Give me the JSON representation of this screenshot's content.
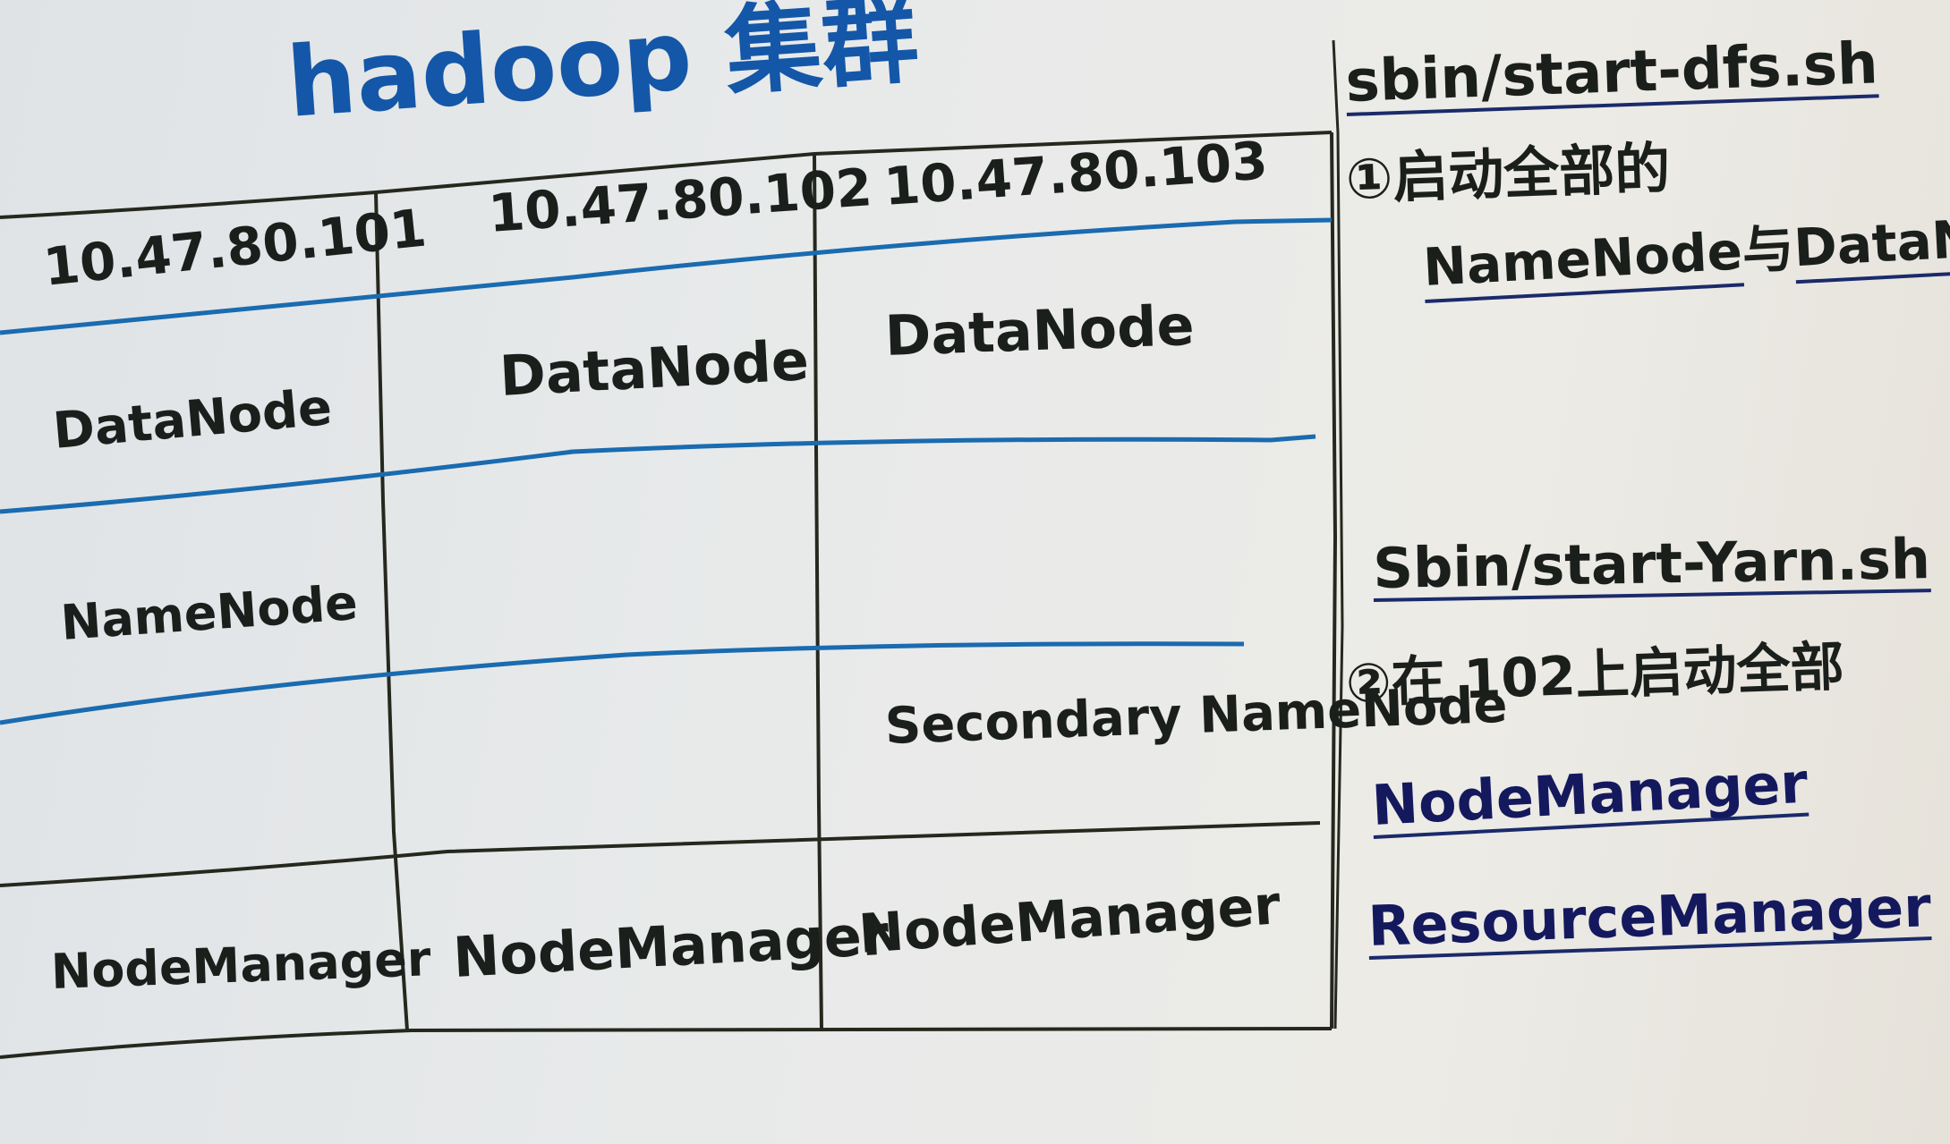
{
  "title": "hadoop 集群",
  "table": {
    "columns": [
      {
        "ip": "10.47.80.101",
        "rows": [
          "DataNode",
          "NameNode",
          "",
          "NodeManager"
        ]
      },
      {
        "ip": "10.47.80.102",
        "rows": [
          "DataNode",
          "",
          "",
          "NodeManager"
        ]
      },
      {
        "ip": "10.47.80.103",
        "rows": [
          "DataNode",
          "",
          "Secondary NameNode",
          "NodeManager"
        ]
      }
    ]
  },
  "notes": {
    "dfs": {
      "command": "sbin/start-dfs.sh",
      "line1": "①启动全部的",
      "line2_a": "NameNode",
      "line2_b": "与",
      "line2_c": "DataNode"
    },
    "yarn": {
      "command": "Sbin/start-Yarn.sh",
      "line1": "②在 102上启动全部",
      "line2": "NodeManager",
      "line3": "ResourceManager"
    }
  },
  "colors": {
    "black_ink": "#1b1f1c",
    "blue_ink": "#1457a8",
    "navy_ink": "#14195e",
    "paper": "#e9eaea"
  }
}
